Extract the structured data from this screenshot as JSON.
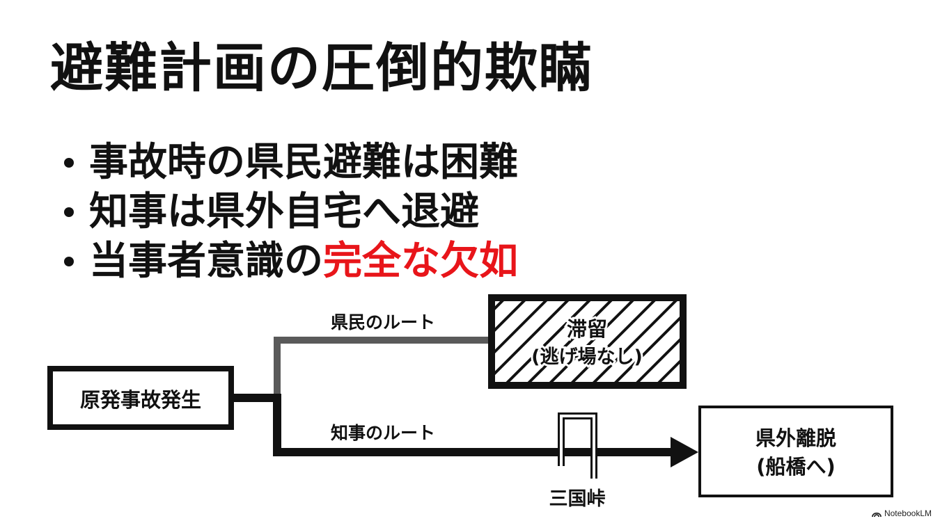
{
  "title": "避難計画の圧倒的欺瞞",
  "bullets": [
    {
      "text": "事故時の県民避難は困難",
      "highlight": ""
    },
    {
      "text": "知事は県外自宅へ退避",
      "highlight": ""
    },
    {
      "text": "当事者意識の",
      "highlight": "完全な欠如"
    }
  ],
  "highlight_color": "#e8151a",
  "diagram": {
    "start": "原発事故発生",
    "route_residents": "県民のルート",
    "route_governor": "知事のルート",
    "stuck_line1": "滞留",
    "stuck_line2": "(逃げ場なし)",
    "dest_line1": "県外離脱",
    "dest_line2": "(船橋へ)",
    "pass": "三国峠"
  },
  "branding": {
    "logo_icon": "notebooklm-icon",
    "label": "NotebookLM"
  }
}
